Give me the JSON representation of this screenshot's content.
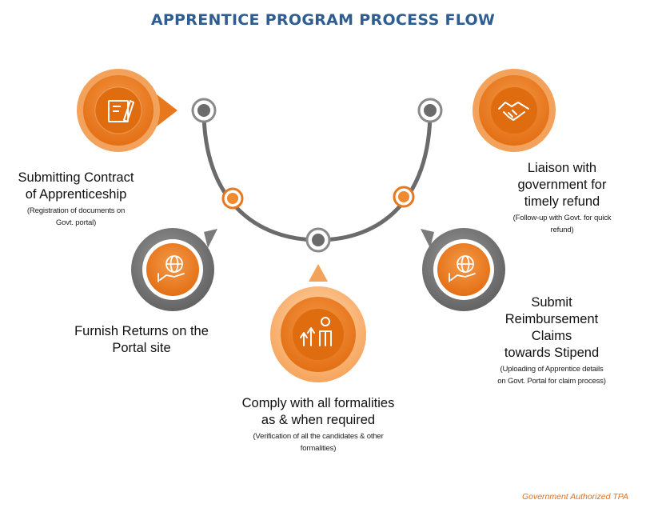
{
  "title": "APPRENTICE PROGRAM PROCESS FLOW",
  "steps": [
    {
      "title_line1": "Submitting Contract",
      "title_line2": "of Apprenticeship",
      "detail_line1": "(Registration of documents on",
      "detail_line2": "Govt. portal)",
      "icon": "contract-pen-icon"
    },
    {
      "title_line1": "Furnish Returns on the",
      "title_line2": "Portal site",
      "icon": "globe-hand-icon"
    },
    {
      "title_line1": "Comply with all formalities",
      "title_line2": "as & when required",
      "detail_line1": "(Verification of all the candidates & other",
      "detail_line2": "formalities)",
      "icon": "person-growth-icon"
    },
    {
      "title_line1": "Submit",
      "title_line2": "Reimbursement",
      "title_line3": "Claims",
      "title_line4": "towards Stipend",
      "detail_line1": "(Uploading of Apprentice details",
      "detail_line2": "on Govt. Portal for claim process)",
      "icon": "globe-hand-icon"
    },
    {
      "title_line1": "Liaison with",
      "title_line2": "government for",
      "title_line3": "timely refund",
      "detail_line1": "(Follow-up with Govt. for quick",
      "detail_line2": "refund)",
      "icon": "handshake-icon"
    }
  ],
  "footer": "Government Authorized TPA",
  "colors": {
    "title": "#2d5d91",
    "orange": "#e8781e",
    "orange_light": "#f5a055",
    "gray_ring": "#8a8a8a",
    "arc": "#6b6b6b",
    "footer": "#e0701d"
  }
}
